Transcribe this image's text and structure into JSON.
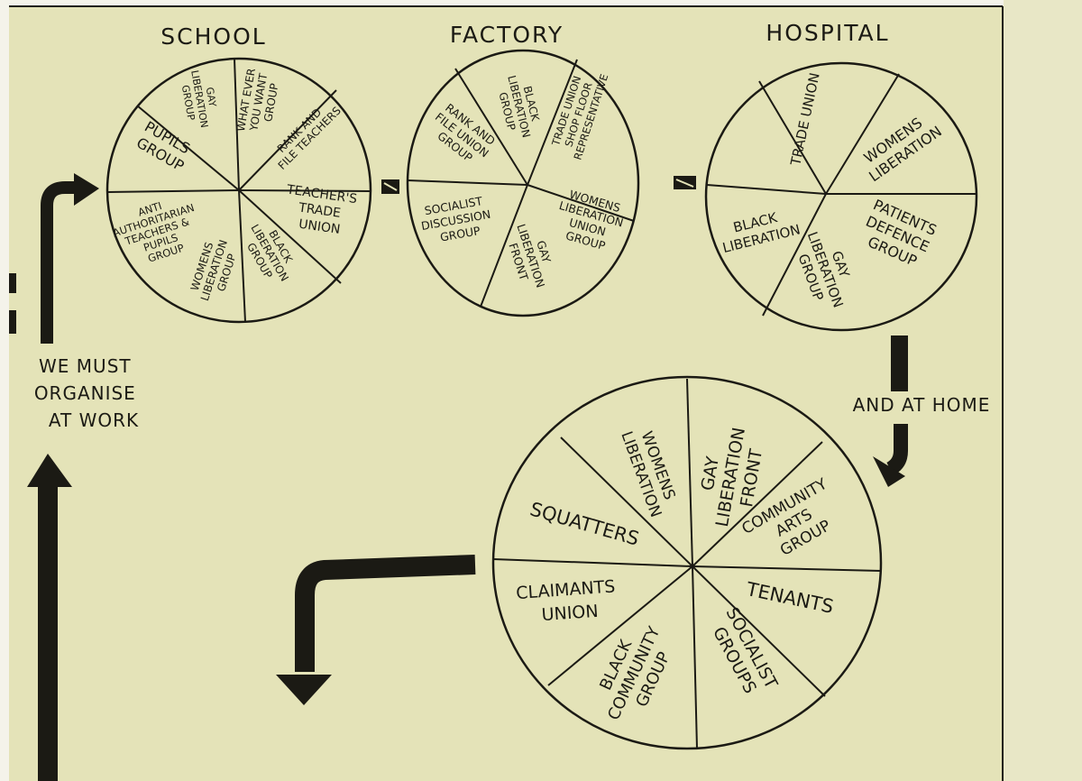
{
  "colors": {
    "paper": "#e4e3b8",
    "ink": "#1b1a14",
    "paper_edge": "#f4f3ea"
  },
  "schematic": {
    "school": {
      "title": "SCHOOL",
      "segments": [
        {
          "lines": [
            "WHAT EVER",
            "YOU WANT",
            "GROUP"
          ]
        },
        {
          "lines": [
            "RANK AND",
            "FILE TEACHERS"
          ]
        },
        {
          "lines": [
            "TEACHER'S",
            "TRADE",
            "UNION"
          ]
        },
        {
          "lines": [
            "BLACK",
            "LIBERATION",
            "GROUP"
          ]
        },
        {
          "lines": [
            "WOMENS",
            "LIBERATION",
            "GROUP"
          ]
        },
        {
          "lines": [
            "ANTI",
            "AUTHORITARIAN",
            "TEACHERS &",
            "PUPILS",
            "GROUP"
          ]
        },
        {
          "lines": [
            "PUPILS",
            "GROUP"
          ]
        },
        {
          "lines": [
            "GAY",
            "LIBERATION",
            "GROUP"
          ]
        }
      ]
    },
    "factory": {
      "title": "FACTORY",
      "segments": [
        {
          "lines": [
            "TRADE UNION",
            "SHOP FLOOR",
            "REPRESENTATIVE"
          ]
        },
        {
          "lines": [
            "WOMENS",
            "LIBERATION",
            "UNION",
            "GROUP"
          ]
        },
        {
          "lines": [
            "GAY",
            "LIBERATION",
            "FRONT"
          ]
        },
        {
          "lines": [
            "SOCIALIST",
            "DISCUSSION",
            "GROUP"
          ]
        },
        {
          "lines": [
            "RANK AND",
            "FILE UNION",
            "GROUP"
          ]
        },
        {
          "lines": [
            "BLACK",
            "LIBERATION",
            "GROUP"
          ]
        }
      ]
    },
    "hospital": {
      "title": "HOSPITAL",
      "segments": [
        {
          "lines": [
            "WOMENS",
            "LIBERATION"
          ]
        },
        {
          "lines": [
            "PATIENTS",
            "DEFENCE",
            "GROUP"
          ]
        },
        {
          "lines": [
            "GAY",
            "LIBERATION",
            "GROUP"
          ]
        },
        {
          "lines": [
            "BLACK",
            "LIBERATION"
          ]
        },
        {
          "lines": [
            "TRADE UNION"
          ]
        }
      ]
    },
    "home": {
      "segments": [
        {
          "lines": [
            "GAY",
            "LIBERATION",
            "FRONT"
          ]
        },
        {
          "lines": [
            "COMMUNITY",
            "ARTS",
            "GROUP"
          ]
        },
        {
          "lines": [
            "TENANTS"
          ]
        },
        {
          "lines": [
            "SOCIALIST",
            "GROUPS"
          ]
        },
        {
          "lines": [
            "BLACK",
            "COMMUNITY",
            "GROUP"
          ]
        },
        {
          "lines": [
            "CLAIMANTS",
            "UNION"
          ]
        },
        {
          "lines": [
            "SQUATTERS"
          ]
        },
        {
          "lines": [
            "WOMENS",
            "LIBERATION"
          ]
        }
      ]
    },
    "captions": {
      "organise": [
        "WE MUST",
        "ORGANISE",
        "AT WORK"
      ],
      "home": "AND AT HOME"
    }
  }
}
